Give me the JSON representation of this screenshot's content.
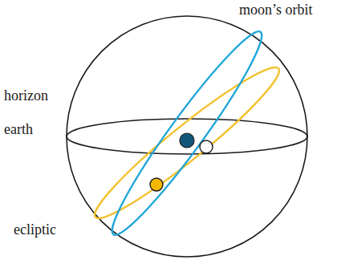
{
  "diagram": {
    "labels": [
      "moon’s orbit",
      "horizon",
      "earth",
      "ecliptic"
    ]
  }
}
